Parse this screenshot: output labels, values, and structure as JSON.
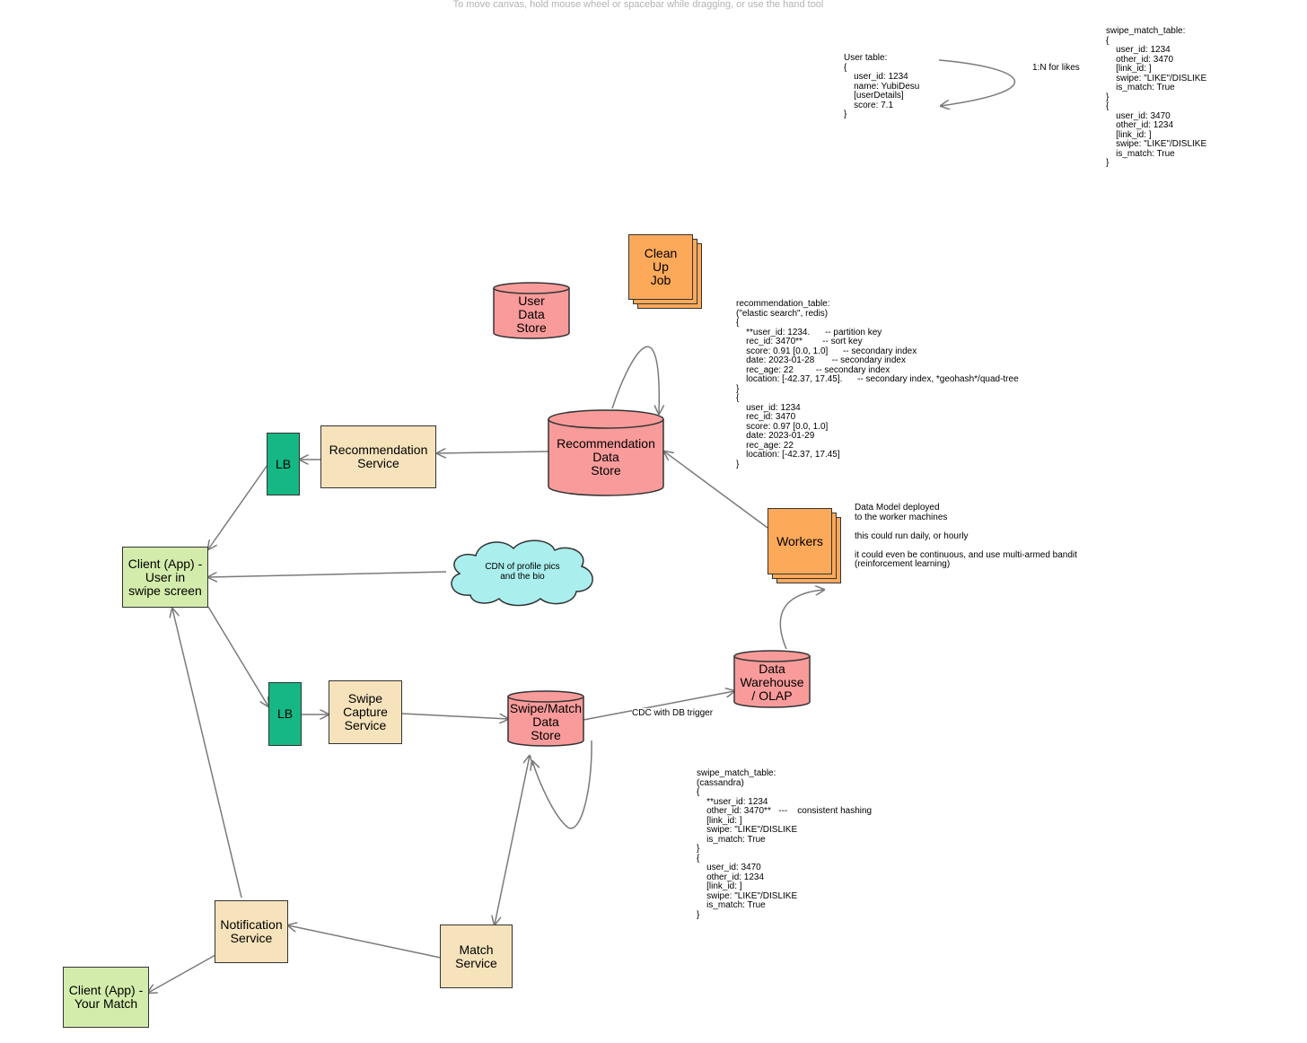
{
  "canvas_hint": "To move canvas, hold mouse wheel or spacebar while dragging, or use the hand tool",
  "nodes": {
    "client_swipe": "Client (App) -\nUser in\nswipe screen",
    "client_match": "Client (App) -\nYour Match",
    "lb_top": "LB",
    "lb_bottom": "LB",
    "recommendation_service": "Recommendation\nService",
    "swipe_capture_service": "Swipe\nCapture\nService",
    "notification_service": "Notification\nService",
    "match_service": "Match\nService",
    "user_data_store": "User\nData\nStore",
    "recommendation_data_store": "Recommendation\nData\nStore",
    "swipe_match_data_store": "Swipe/Match\nData\nStore",
    "data_warehouse": "Data\nWarehouse\n/ OLAP",
    "clean_up_job": "Clean\nUp\nJob",
    "workers": "Workers",
    "cdn": "CDN of profile pics\nand the bio"
  },
  "edge_labels": {
    "cdc": "CDC with DB trigger",
    "one_to_n": "1:N for likes"
  },
  "notes": {
    "user_table": "User table:\n{\n    user_id: 1234\n    name: YubiDesu\n    [userDetails]\n    score: 7.1\n}",
    "swipe_match_table_top": "swipe_match_table:\n{\n    user_id: 1234\n    other_id: 3470\n    [link_id: ]\n    swipe: \"LIKE\"/DISLIKE\n    is_match: True\n}\n{\n    user_id: 3470\n    other_id: 1234\n    [link_id: ]\n    swipe: \"LIKE\"/DISLIKE\n    is_match: True\n}",
    "recommendation_table": "recommendation_table:\n(\"elastic search\", redis)\n{\n    **user_id: 1234.      -- partition key\n    rec_id: 3470**        -- sort key\n    score: 0.91 [0.0, 1.0]      -- secondary index\n    date: 2023-01-28       -- secondary index\n    rec_age: 22         -- secondary index\n    location: [-42.37, 17.45].      -- secondary index, *geohash*/quad-tree\n}\n{\n    user_id: 1234\n    rec_id: 3470\n    score: 0.97 [0.0, 1.0]\n    date: 2023-01-29\n    rec_age: 22\n    location: [-42.37, 17.45]\n}",
    "workers_note": "Data Model deployed\nto the worker machines\n\nthis could run daily, or hourly\n\nit could even be continuous, and use multi-armed bandit\n(reinforcement learning)",
    "swipe_match_table_bottom": "swipe_match_table:\n(cassandra)\n{\n    **user_id: 1234\n    other_id: 3470**   ---    consistent hashing\n    [link_id: ]\n    swipe: \"LIKE\"/DISLIKE\n    is_match: True\n}\n{\n    user_id: 3470\n    other_id: 1234\n    [link_id: ]\n    swipe: \"LIKE\"/DISLIKE\n    is_match: True\n}"
  },
  "colors": {
    "service": "#f6e3bb",
    "client": "#d3ecab",
    "load_balancer": "#15b784",
    "datastore": "#f99b9b",
    "job": "#fca95a",
    "cdn": "#aaeeee",
    "edge": "#7a7a7a"
  }
}
